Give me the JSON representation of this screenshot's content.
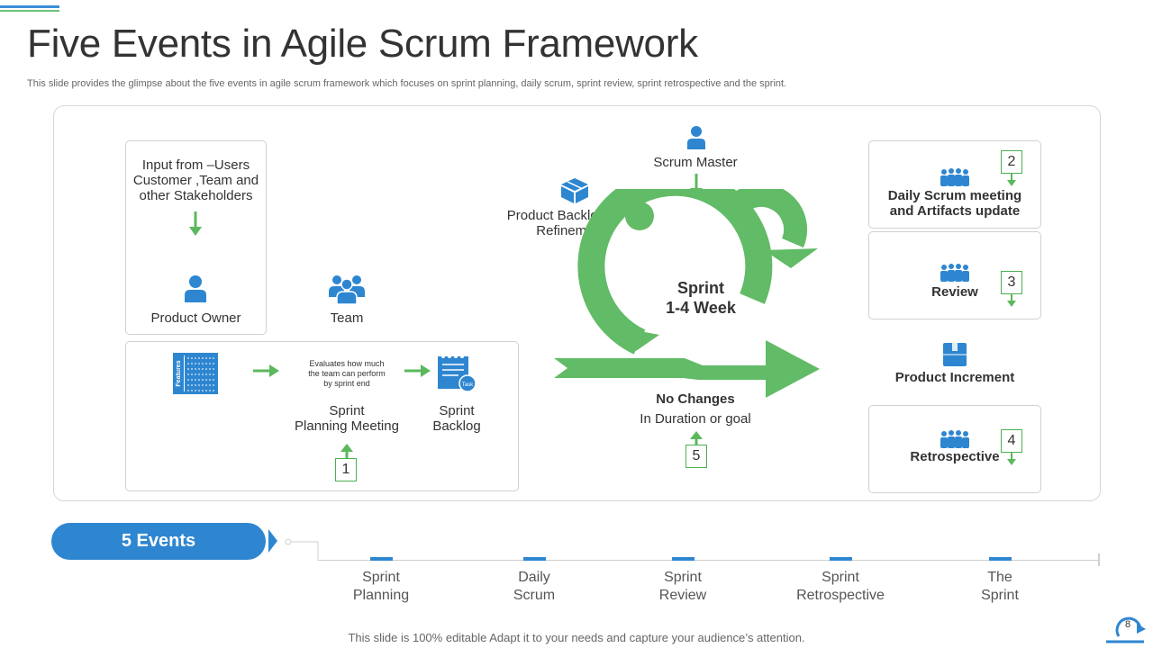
{
  "slide": {
    "title": "Five Events in Agile Scrum Framework",
    "subtitle": "This slide provides the glimpse about the five events in agile scrum framework which focuses on sprint planning, daily scrum, sprint review, sprint retrospective and the sprint.",
    "footer": "This slide is 100% editable Adapt it to your needs and capture your audience’s attention.",
    "page_number": "8"
  },
  "diagram": {
    "input_text": [
      "Input from –Users",
      "Customer ,Team and",
      "other Stakeholders"
    ],
    "product_owner": "Product Owner",
    "team": "Team",
    "features_label": "Features",
    "evaluates_text": [
      "Evaluates how much",
      "the team can perform",
      "by sprint end"
    ],
    "sprint_planning_meeting": [
      "Sprint",
      "Planning Meeting"
    ],
    "sprint_backlog": [
      "Sprint",
      "Backlog"
    ],
    "task_label": "Task",
    "product_backlog_refinement": [
      "Product Backlog",
      "Refinement"
    ],
    "scrum_master": "Scrum Master",
    "sprint_center": [
      "Sprint",
      "1-4 Week"
    ],
    "no_changes": "No Changes",
    "in_duration": "In Duration or goal",
    "daily_scrum": [
      "Daily Scrum meeting",
      "and Artifacts update"
    ],
    "review": "Review",
    "product_increment": "Product Increment",
    "retrospective": "Retrospective",
    "numbers": {
      "n1": "1",
      "n2": "2",
      "n3": "3",
      "n4": "4",
      "n5": "5"
    }
  },
  "timeline": {
    "pill_label": "5 Events",
    "events": [
      [
        "Sprint",
        "Planning"
      ],
      [
        "Daily",
        "Scrum"
      ],
      [
        "Sprint",
        "Review"
      ],
      [
        "Sprint",
        "Retrospective"
      ],
      [
        "The",
        "Sprint"
      ]
    ]
  },
  "colors": {
    "accent_blue": "#2e86d1",
    "accent_green": "#5cb85c",
    "cycle_green": "#62bb66"
  },
  "icons": [
    "person-icon",
    "team-icon",
    "features-document-icon",
    "task-notepad-icon",
    "box-icon",
    "group-icon",
    "package-icon",
    "cycle-logo-icon"
  ]
}
